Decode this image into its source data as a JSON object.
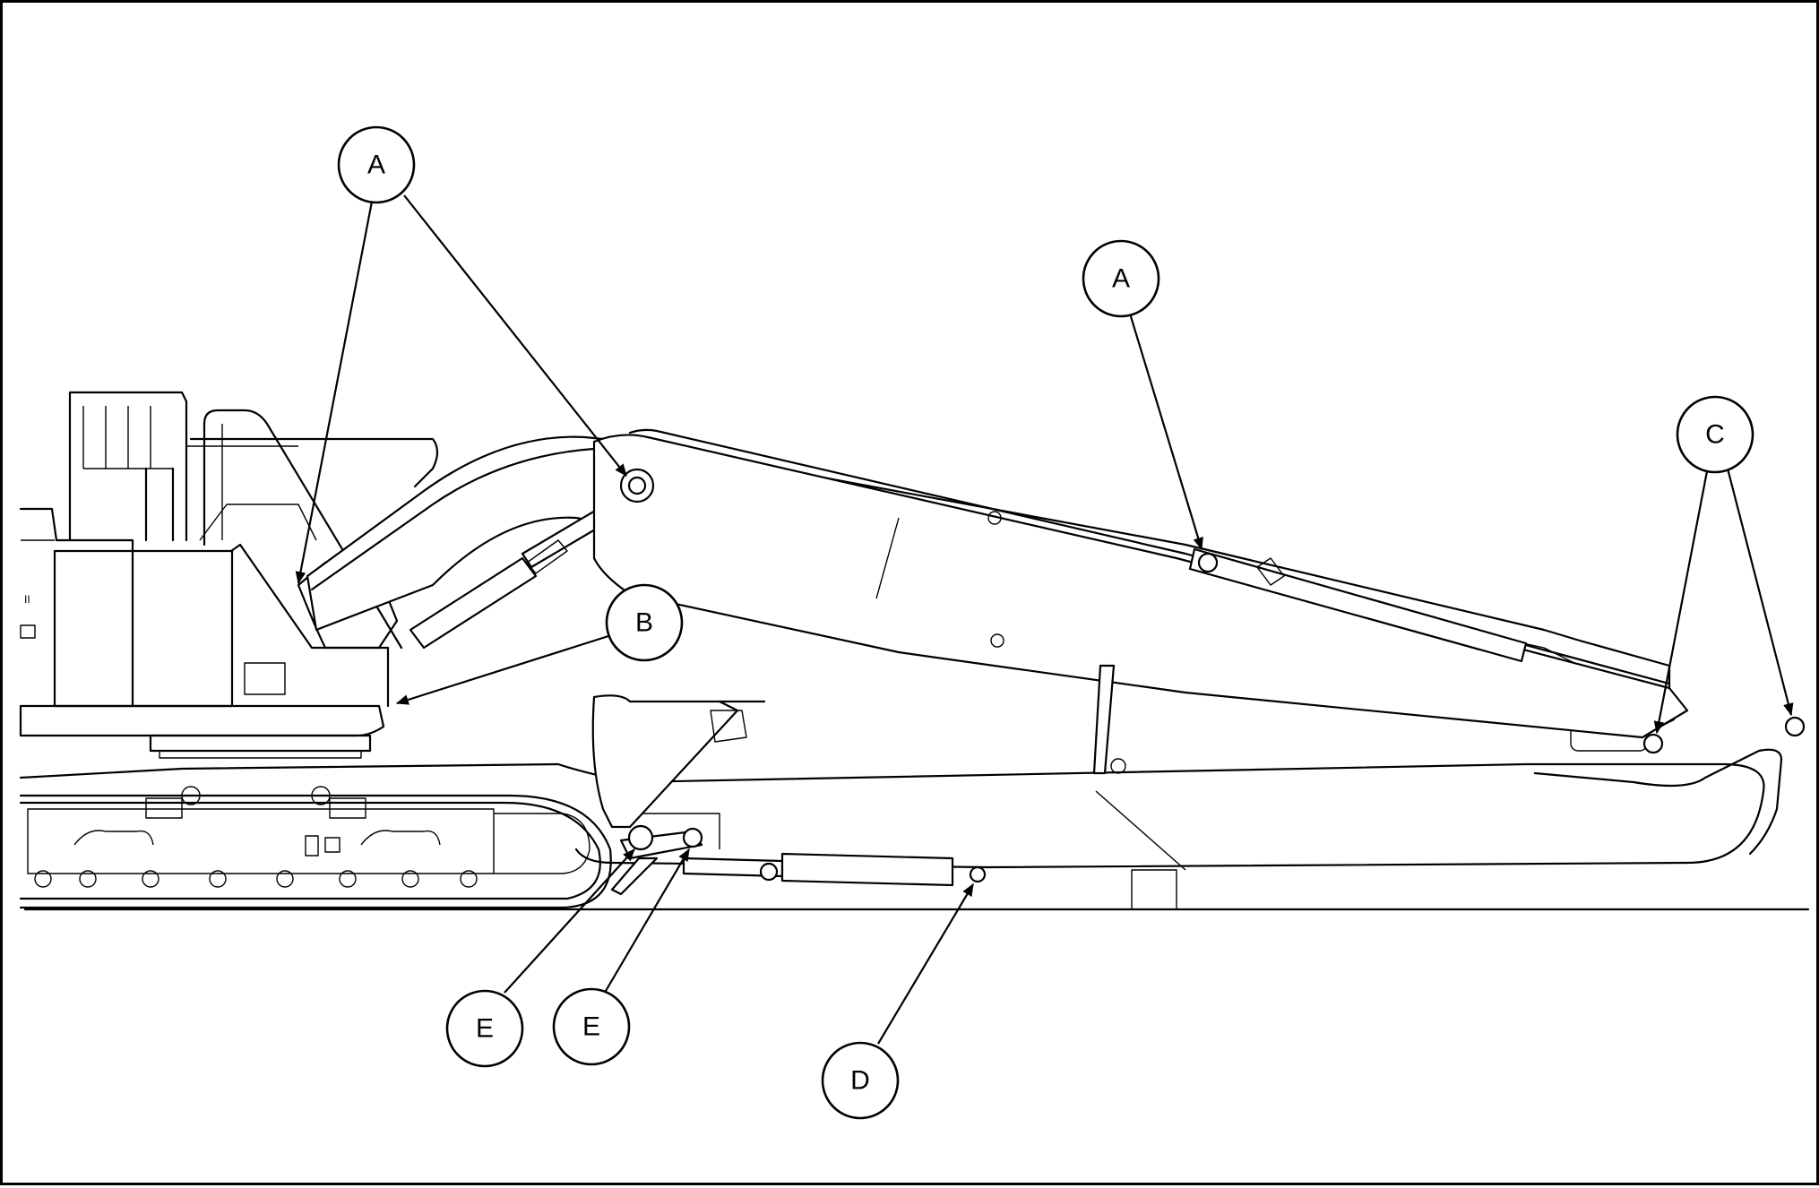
{
  "callouts": {
    "a1": "A",
    "a2": "A",
    "b": "B",
    "c": "C",
    "d": "D",
    "e1": "E",
    "e2": "E"
  },
  "colors": {
    "line": "#000000",
    "background": "#ffffff"
  },
  "icons": [
    "arrowhead-icon",
    "pin-point-icon"
  ]
}
